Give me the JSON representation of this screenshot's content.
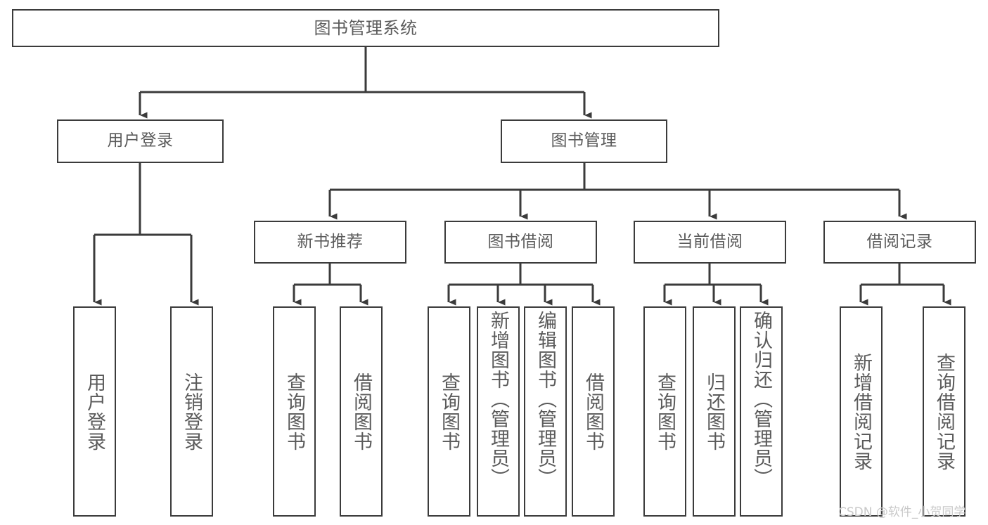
{
  "diagram": {
    "title": "图书管理系统",
    "type": "功能结构图",
    "colors": {
      "box_border": "#3b3b3b",
      "box_fill": "#ffffff",
      "text": "#5b5b5b",
      "edge": "#3b3b3b",
      "background": "#ffffff",
      "watermark": "#c9c9c9"
    },
    "nodes": {
      "root": {
        "label": "图书管理系统"
      },
      "level1": [
        {
          "id": "user-login",
          "label": "用户登录"
        },
        {
          "id": "book-manage",
          "label": "图书管理"
        }
      ],
      "level2": [
        {
          "id": "new-book-recommend",
          "label": "新书推荐"
        },
        {
          "id": "book-borrow",
          "label": "图书借阅"
        },
        {
          "id": "current-borrow",
          "label": "当前借阅"
        },
        {
          "id": "borrow-record",
          "label": "借阅记录"
        }
      ],
      "leaves": [
        {
          "id": "leaf-user-login",
          "label": "用户登录",
          "parent": "user-login"
        },
        {
          "id": "leaf-logout-login",
          "label": "注销登录",
          "parent": "user-login"
        },
        {
          "id": "leaf-query-book-1",
          "label": "查询图书",
          "parent": "new-book-recommend"
        },
        {
          "id": "leaf-borrow-book-1",
          "label": "借阅图书",
          "parent": "new-book-recommend"
        },
        {
          "id": "leaf-query-book-2",
          "label": "查询图书",
          "parent": "book-borrow"
        },
        {
          "id": "leaf-add-book",
          "label": "新增图书（管理员）",
          "parent": "book-borrow"
        },
        {
          "id": "leaf-edit-book",
          "label": "编辑图书（管理员）",
          "parent": "book-borrow"
        },
        {
          "id": "leaf-borrow-book-2",
          "label": "借阅图书",
          "parent": "book-borrow"
        },
        {
          "id": "leaf-query-book-3",
          "label": "查询图书",
          "parent": "current-borrow"
        },
        {
          "id": "leaf-return-book",
          "label": "归还图书",
          "parent": "current-borrow"
        },
        {
          "id": "leaf-confirm-return",
          "label": "确认归还（管理员）",
          "parent": "current-borrow"
        },
        {
          "id": "leaf-add-record",
          "label": "新增借阅记录",
          "parent": "borrow-record"
        },
        {
          "id": "leaf-query-record",
          "label": "查询借阅记录",
          "parent": "borrow-record"
        }
      ]
    },
    "watermark": "CSDN @软件_小贺同学"
  }
}
